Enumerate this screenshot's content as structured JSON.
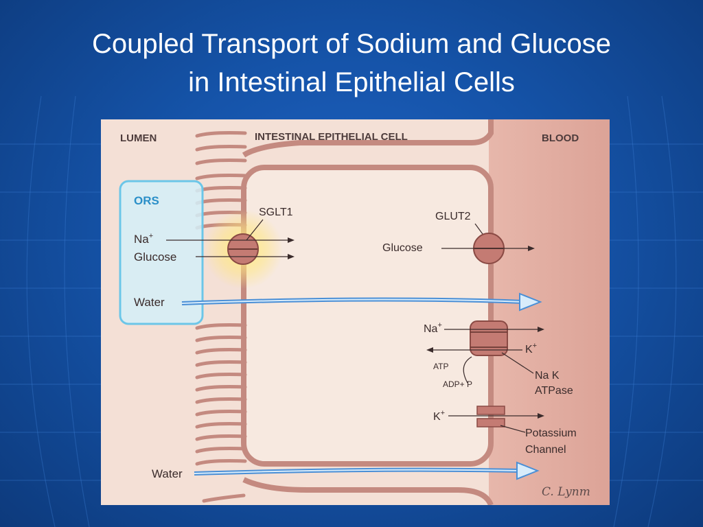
{
  "slide": {
    "title_line1": "Coupled Transport of Sodium and Glucose",
    "title_line2": "in Intestinal Epithelial Cells"
  },
  "diagram": {
    "region_labels": {
      "lumen": "LUMEN",
      "cell": "INTESTINAL EPITHELIAL CELL",
      "blood": "BLOOD"
    },
    "ors_box": {
      "title": "ORS",
      "na": "Na",
      "glucose": "Glucose",
      "water": "Water"
    },
    "sglt1": "SGLT1",
    "glut2": {
      "label": "GLUT2",
      "glucose": "Glucose"
    },
    "atpase": {
      "na": "Na",
      "k": "K",
      "atp": "ATP",
      "adp": "ADP+ P",
      "label_line1": "Na K",
      "label_line2": "ATPase"
    },
    "k_channel": {
      "k": "K",
      "label_line1": "Potassium",
      "label_line2": "Channel"
    },
    "bottom_water": "Water",
    "signature": "C. Lynm",
    "superscript_plus": "+"
  },
  "colors": {
    "background": "#1553a8",
    "title_text": "#ffffff",
    "tissue": "#f2d8ce",
    "cell_interior": "#f7e9e0",
    "membrane": "#c48a80",
    "transporter": "#c47b73",
    "ors_outline": "#6cc6e8",
    "water_arrow": "#4a8fd6"
  }
}
